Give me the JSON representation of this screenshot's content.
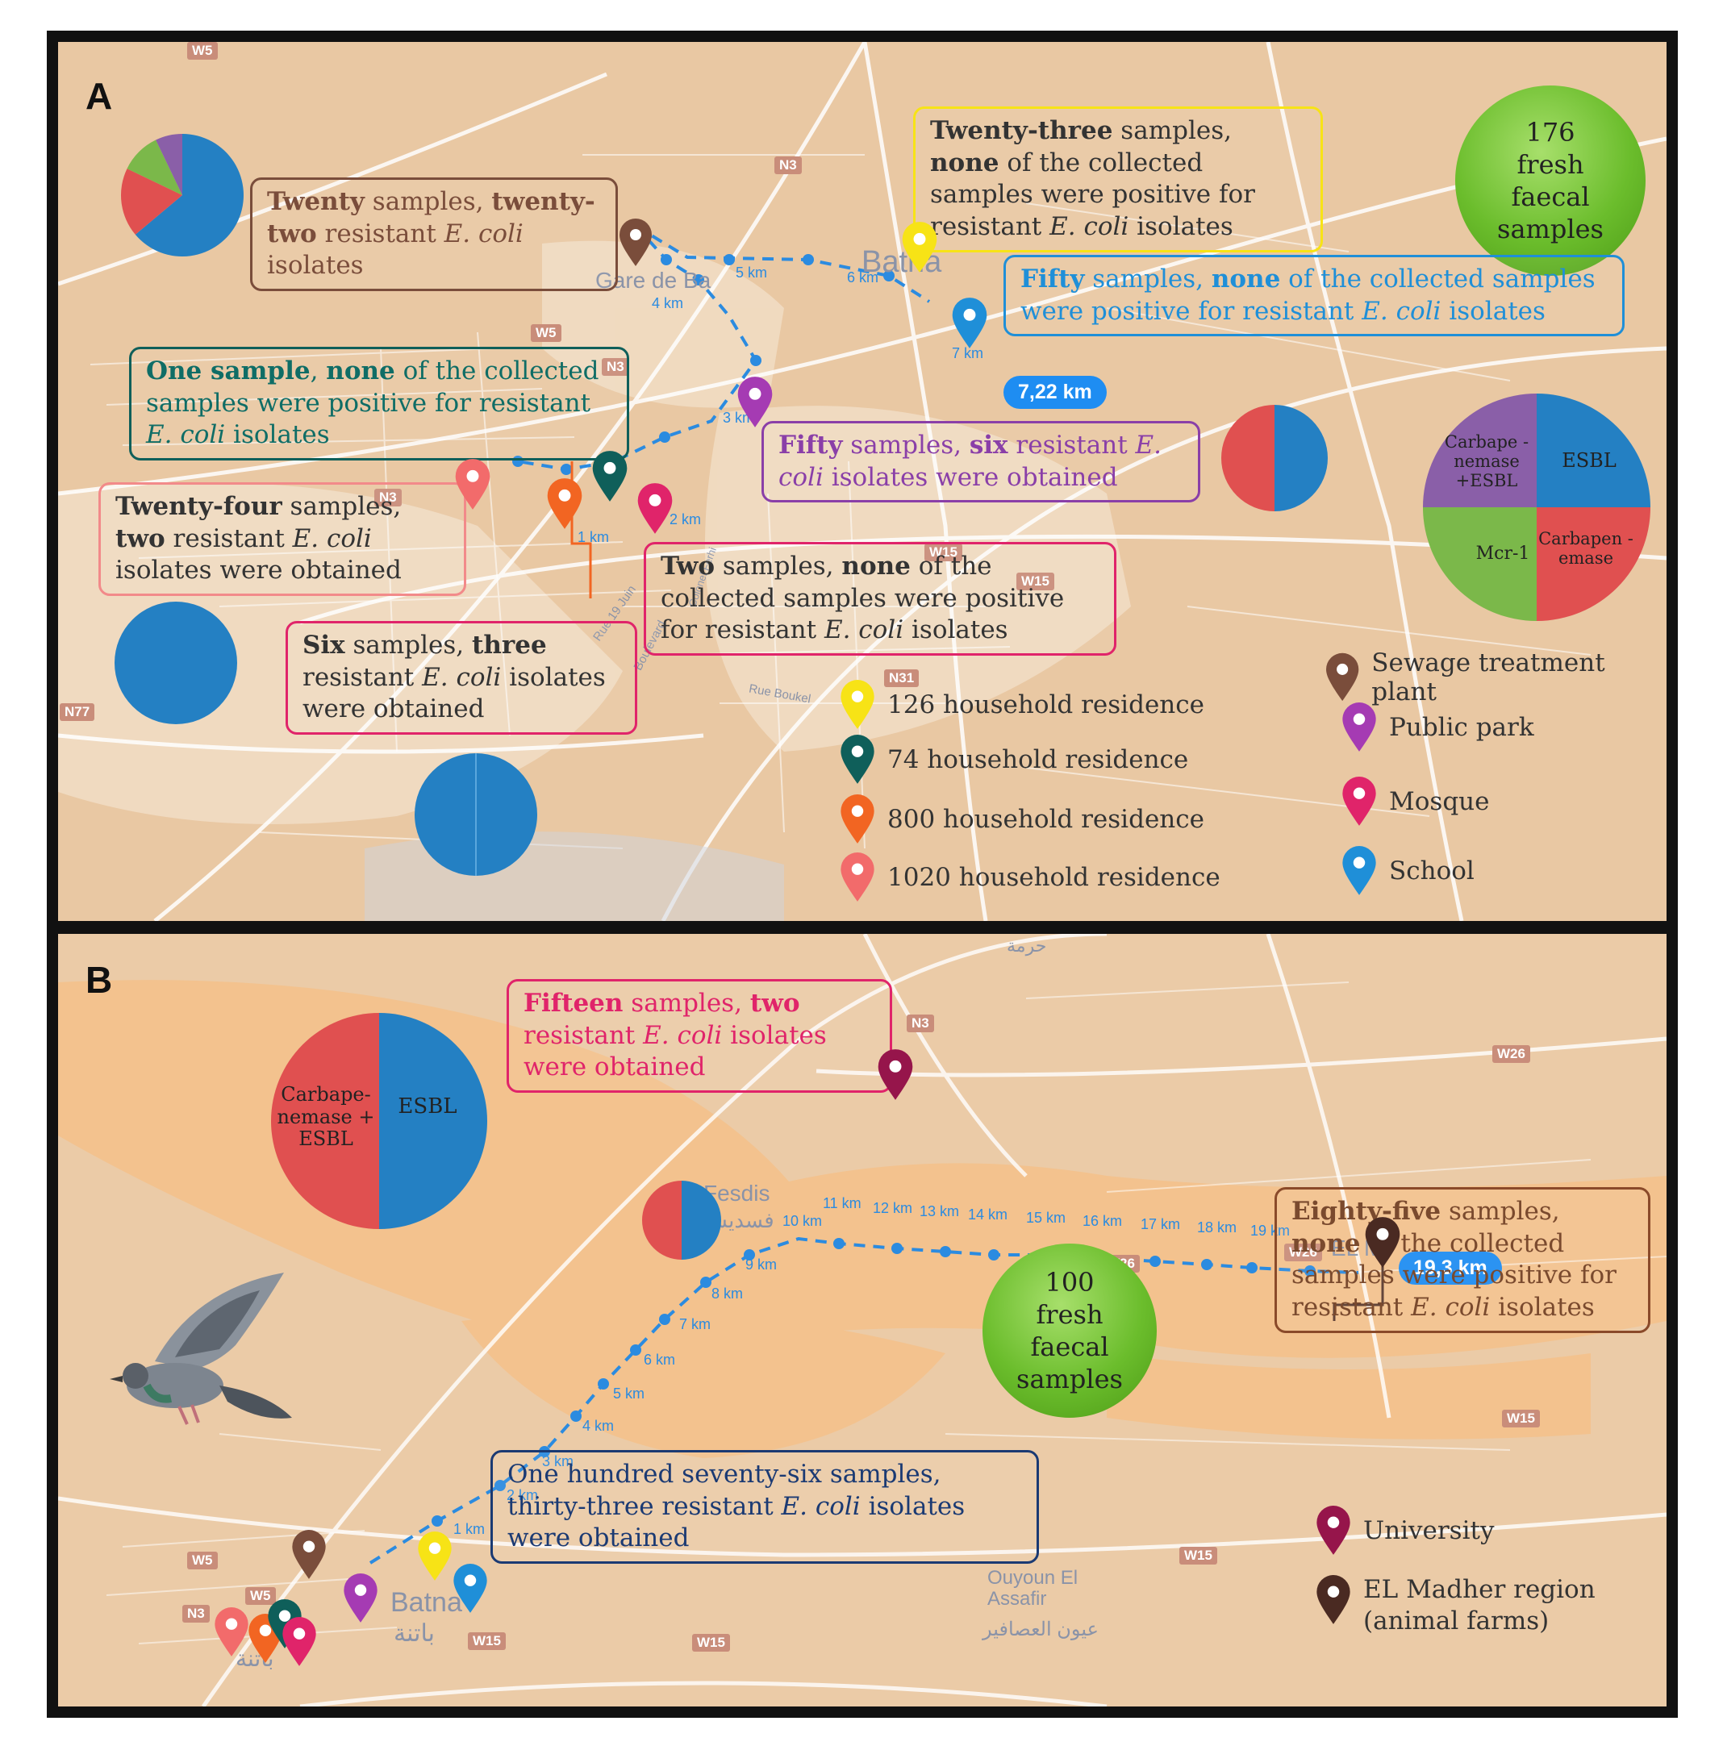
{
  "panelA": {
    "label": "A",
    "total_badge": [
      "176",
      "fresh",
      "faecal",
      "samples"
    ],
    "distance_badge": "7,22 km",
    "callouts": {
      "sewage": {
        "b1": "Twenty",
        "t1": " samples, ",
        "b2": "twenty-two",
        "t2": " resistant ",
        "i": "E. coli",
        "t3": " isolates"
      },
      "household126": {
        "b1": "Twenty-three",
        "t1": " samples, ",
        "b2": "none",
        "t2": " of the collected samples were positive  for resistant ",
        "i": "E. coli",
        "t3": " isolates"
      },
      "school": {
        "b1": "Fifty",
        "t1": " samples, ",
        "b2": "none",
        "t2": " of the collected samples were positive  for resistant ",
        "i": "E. coli",
        "t3": " isolates"
      },
      "household74": {
        "b1": "One sample",
        "t1": ", ",
        "b2": "none",
        "t2": " of the collected samples were positive  for resistant ",
        "i": "E. coli",
        "t3": " isolates"
      },
      "park": {
        "b1": "Fifty",
        "t1": " samples, ",
        "b2": "six",
        "t2": " resistant ",
        "i": "E. coli",
        "t3": " isolates were obtained"
      },
      "household1020": {
        "b1": "Twenty-four",
        "t1": " samples, ",
        "b2": "two",
        "t2": " resistant ",
        "i": "E. coli",
        "t3": " isolates were obtained"
      },
      "mosque": {
        "b1": "Two",
        "t1": " samples, ",
        "b2": "none",
        "t2": " of the collected samples were positive for resistant ",
        "i": "E. coli",
        "t3": " isolates"
      },
      "household800": {
        "b1": "Six",
        "t1": " samples, ",
        "b2": "three",
        "t2": " resistant ",
        "i": "E. coli",
        "t3": " isolates were obtained"
      }
    },
    "km_marks": [
      "5 km",
      "4 km",
      "6 km",
      "7 km",
      "3 km",
      "2 km",
      "1 km"
    ],
    "places": [
      "Gare de Ba",
      "Batna"
    ],
    "roads": [
      "N3",
      "W5",
      "N3",
      "N3",
      "W15",
      "W15",
      "N31",
      "N77",
      "W5"
    ],
    "streets": [
      "Rue 19 Juin",
      "Boulevard",
      "Rue Boukel",
      "Colonel Ferhi"
    ],
    "pie_legend": {
      "cp_esbl": "Carbape -nemase +ESBL",
      "esbl": "ESBL",
      "mcr": "Mcr-1",
      "carb": "Carbapen -emase"
    },
    "legend_left": [
      "126 household residence",
      "74 household residence",
      "800 household residence",
      "1020 household residence"
    ],
    "legend_right": [
      "Sewage treatment plant",
      "Public park",
      "Mosque",
      "School"
    ]
  },
  "panelB": {
    "label": "B",
    "total_badge": [
      "100",
      "fresh",
      "faecal",
      "samples"
    ],
    "distance_badge": "19,3 km",
    "callouts": {
      "university": {
        "b1": "Fifteen",
        "t1": " samples, ",
        "b2": "two",
        "t2": " resistant ",
        "i": "E. coli",
        "t3": " isolates were obtained"
      },
      "elmadher": {
        "b1": "Eighty-five",
        "t1": " samples, ",
        "b2": "none",
        "t2": " of the collected samples were positive  for resistant ",
        "i": "E. coli",
        "t3": " isolates"
      },
      "batna": {
        "b1": "One hundred seventy-six samples, thirty-three resistant ",
        "i": "E. coli",
        "t3": " isolates were obtained"
      }
    },
    "pie_labels": {
      "left": "Carbape-nemase + ESBL",
      "right": "ESBL"
    },
    "km_marks": [
      "1 km",
      "2 km",
      "3 km",
      "4 km",
      "5 km",
      "6 km",
      "7 km",
      "8 km",
      "9 km",
      "10 km",
      "11 km",
      "12 km",
      "13 km",
      "14 km",
      "15 km",
      "16 km",
      "17 km",
      "18 km",
      "19 km"
    ],
    "places": [
      "Fesdis",
      "فسديس",
      "Batna",
      "باتنة",
      "Ouyoun El Assafir",
      "عيون العصافير",
      "EL M",
      "باتنة",
      "حرمة"
    ],
    "roads": [
      "N3",
      "W26",
      "W26",
      "W26",
      "W15",
      "W15",
      "W15",
      "W15",
      "W5",
      "W5",
      "N3"
    ],
    "legend": [
      "University",
      "EL Madher region (animal farms)"
    ]
  },
  "colors": {
    "map_bg": "#e9c8a3",
    "route": "#2b8be0",
    "pie_blue": "#2480c3",
    "pie_red": "#e05050",
    "pie_green": "#7bb84a",
    "pie_purple": "#8a5fa8",
    "pin_yellow": "#f7e316",
    "pin_teal": "#0f5f5a",
    "pin_orange": "#f26522",
    "pin_salmon": "#f26b6b",
    "pin_brown": "#7a4d3b",
    "pin_magenta": "#a53bb3",
    "pin_crimson": "#e0246a",
    "pin_blue": "#1f8fd8",
    "pin_university": "#96154b",
    "pin_madher": "#4a2a22"
  }
}
